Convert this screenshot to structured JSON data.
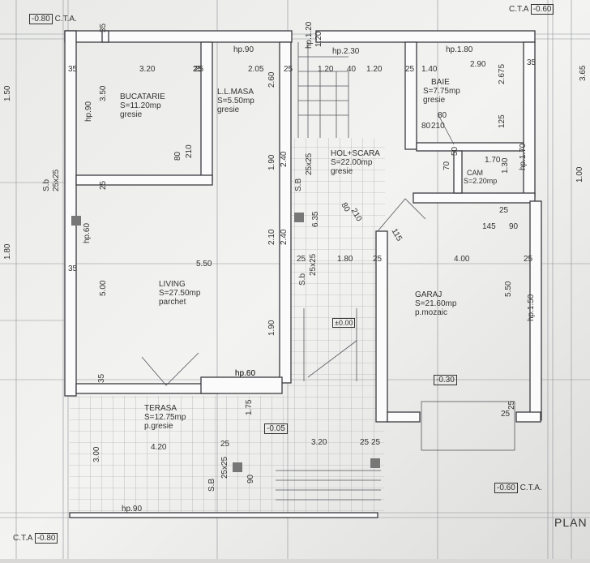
{
  "levels": {
    "top_left": "-0.80",
    "top_left_label": "C.T.A.",
    "top_right": "-0.60",
    "top_right_label": "C.T.A",
    "bottom_left": "-0.80",
    "bottom_left_label": "C.T.A",
    "bottom_right": "-0.60",
    "bottom_right_label": "C.T.A.",
    "terrace_level": "-0.05",
    "garage_level": "-0.30",
    "stair_level": "±0.00"
  },
  "plan_label": "PLAN",
  "rooms": {
    "bucatarie": {
      "name": "BUCATARIE",
      "area": "S=11.20mp",
      "finish": "gresie"
    },
    "llmasa": {
      "name": "L.L.MASA",
      "area": "S=5.50mp",
      "finish": "gresie"
    },
    "baie": {
      "name": "BAIE",
      "area": "S=7.75mp",
      "finish": "gresie"
    },
    "hol": {
      "name": "HOL+SCARA",
      "area": "S=22.00mp",
      "finish": "gresie"
    },
    "cam": {
      "name": "CAM",
      "area": "S=2.20mp"
    },
    "living": {
      "name": "LIVING",
      "area": "S=27.50mp",
      "finish": "parchet"
    },
    "garaj": {
      "name": "GARAJ",
      "area": "S=21.60mp",
      "finish": "p.mozaic"
    },
    "terasa": {
      "name": "TERASA",
      "area": "S=12.75mp",
      "finish": "p.gresie"
    }
  },
  "dims": {
    "d_0": "35",
    "d_1": "3.20",
    "d_2": "25",
    "d_3": "2.05",
    "d_4": "25",
    "d_5": "1.20",
    "d_6": "40",
    "d_7": "1.20",
    "d_8": "25",
    "d_9": "2.90",
    "d_10": "35",
    "d_11": "hp.90",
    "d_12": "hp.1.20",
    "d_13": "hp.2.30",
    "d_14": "hp.1.80",
    "d_15": "1.50",
    "d_16": "3.50",
    "d_17": "hp.90",
    "d_18": "2.60",
    "d_19": "1.20",
    "d_20": "2.675",
    "d_21": "3.65",
    "d_22": "80",
    "d_23": "210",
    "d_24": "125",
    "d_25": "1.70",
    "d_26": "50",
    "d_27": "70",
    "d_28": "1.30",
    "d_29": "hp.1.70",
    "d_30": "80",
    "d_31": "210",
    "d_32": "1.90",
    "d_33": "2.40",
    "d_34": "S.b",
    "d_35": "25x25",
    "d_36": "S.B",
    "d_37": "25x25",
    "d_38": "6.35",
    "d_39": "80",
    "d_40": "210",
    "d_41": "115",
    "d_42": "145",
    "d_43": "90",
    "d_44": "25",
    "d_45": "1.00",
    "d_46": "5.50",
    "d_47": "2.10",
    "d_48": "2.40",
    "d_49": "1.80",
    "d_50": "25",
    "d_51": "4.00",
    "d_52": "25",
    "d_53": "hp.60",
    "d_54": "1.80",
    "d_55": "5.00",
    "d_56": "1.90",
    "d_57": "5.50",
    "d_58": "hp.1.50",
    "d_59": "S.b",
    "d_60": "25x25",
    "d_61": "hp.60",
    "d_62": "4.20",
    "d_63": "1.75",
    "d_64": "25",
    "d_65": "3.20",
    "d_66": "25",
    "d_67": "3.00",
    "d_68": "90",
    "d_69": "S.B",
    "d_70": "25x25",
    "d_71": "hp.90",
    "d_72": "35",
    "d_73": "25",
    "d_74": "25",
    "d_75": "35",
    "d_76": "1.40",
    "d_77": "80",
    "d_78": "25",
    "d_79": "35",
    "d_80": "25",
    "d_81": "25",
    "d_82": "25",
    "d_83": "25",
    "d_84": "hp.60",
    "d_85": "hp.60"
  }
}
